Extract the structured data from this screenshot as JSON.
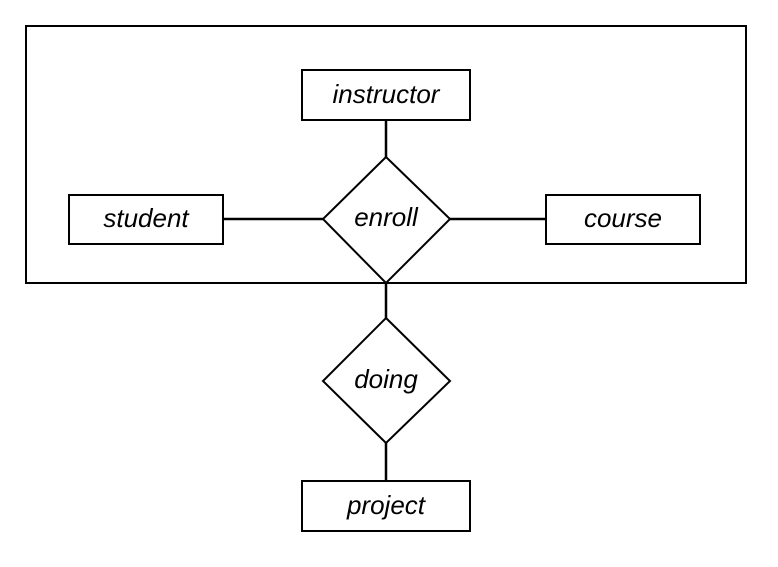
{
  "diagram": {
    "aggregation": {
      "entities": {
        "instructor": "instructor",
        "student": "student",
        "course": "course"
      },
      "relationship": "enroll"
    },
    "outer_relationship": "doing",
    "outer_entity": "project"
  }
}
